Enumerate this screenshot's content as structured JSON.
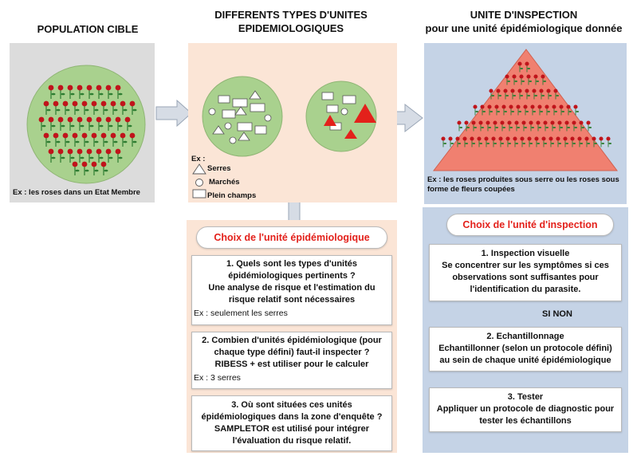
{
  "headings": {
    "population": "POPULATION CIBLE",
    "types_line1": "DIFFERENTS TYPES D'UNITES",
    "types_line2": "EPIDEMIOLOGIQUES",
    "inspection_line1": "UNITE D'INSPECTION",
    "inspection_line2": "pour une unité épidémiologique donnée"
  },
  "population": {
    "example": "Ex : les roses dans un Etat Membre"
  },
  "types_legend": {
    "title": "Ex :",
    "items": [
      "Serres",
      "Marchés",
      "Plein champs"
    ]
  },
  "inspection": {
    "example_line1": "Ex : les roses produites sous serre ou les roses sous",
    "example_line2": "forme de fleurs coupées"
  },
  "epi_choice": {
    "title": "Choix de l'unité épidémiologique",
    "q1": {
      "line1": "1. Quels sont les types d'unités",
      "line2": "épidémiologiques pertinents ?",
      "line3": "Une analyse de risque et l'estimation du",
      "line4": "risque relatif sont nécessaires",
      "example": "Ex : seulement les serres"
    },
    "q2": {
      "line1": "2. Combien d'unités épidémiologique (pour",
      "line2": "chaque type défini) faut-il inspecter ?",
      "line3": "RIBESS + est utiliser pour le calculer",
      "example": "Ex : 3 serres"
    },
    "q3": {
      "line1": "3. Où sont situées ces unités",
      "line2": "épidémiologiques dans la zone d'enquête ?",
      "line3": "SAMPLETOR est utilisé pour intégrer",
      "line4": "l'évaluation du risque relatif."
    }
  },
  "insp_choice": {
    "title": "Choix de l'unité d'inspection",
    "step1": {
      "line1": "1.   Inspection visuelle",
      "line2": "Se concentrer sur les symptômes si ces",
      "line3": "observations sont suffisantes pour",
      "line4": "l'identification du parasite."
    },
    "si_non": "SI NON",
    "step2": {
      "line1": "2. Echantillonnage",
      "line2": "Echantillonner (selon un protocole défini)",
      "line3": "au sein de chaque unité épidémiologique"
    },
    "step3": {
      "line1": "3. Tester",
      "line2": "Appliquer un protocole de diagnostic pour",
      "line3": "tester les échantillons"
    }
  },
  "colors": {
    "grey_panel": "#dcdcdc",
    "peach_panel": "#fbe5d6",
    "blue_panel": "#c5d3e6",
    "circle_green": "#a9d18e",
    "triangle_salmon": "#f08070",
    "red": "#e3211b",
    "arrow": "#d6dce5"
  }
}
